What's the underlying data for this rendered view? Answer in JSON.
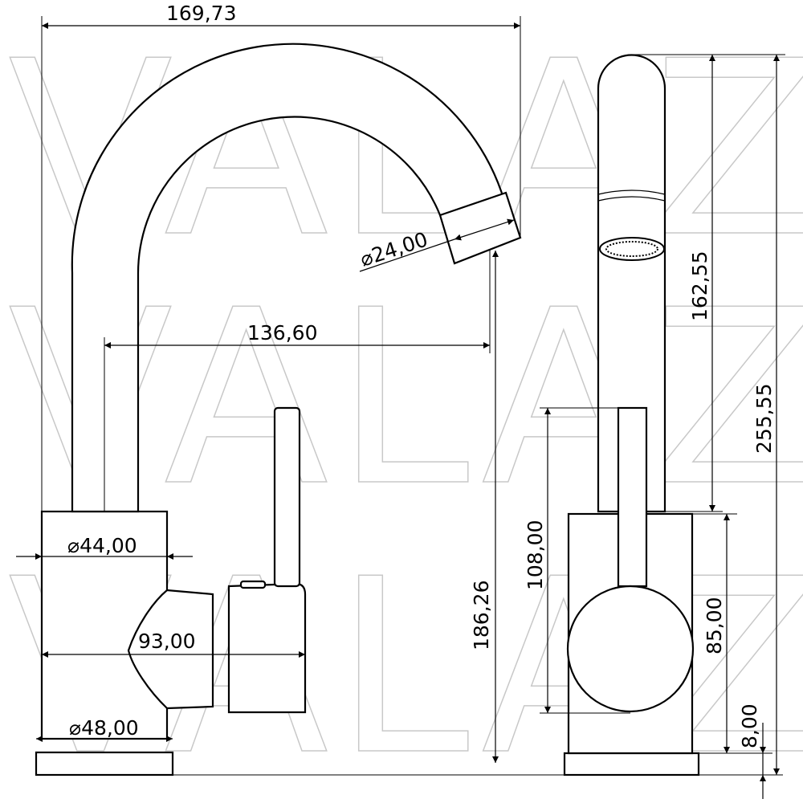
{
  "watermark": "VALAZ",
  "front_view": {
    "dimensions": {
      "overall_width": "169,73",
      "spout_diameter": "24,00",
      "spout_reach": "136,60",
      "spout_height": "186,26",
      "body_diameter": "44,00",
      "handle_depth": "93,00",
      "base_diameter": "48,00"
    }
  },
  "side_view": {
    "dimensions": {
      "spout_length": "162,55",
      "overall_height": "255,55",
      "handle_height": "108,00",
      "body_height": "85,00",
      "base_height": "8,00"
    }
  },
  "diameter_symbol": "⌀"
}
